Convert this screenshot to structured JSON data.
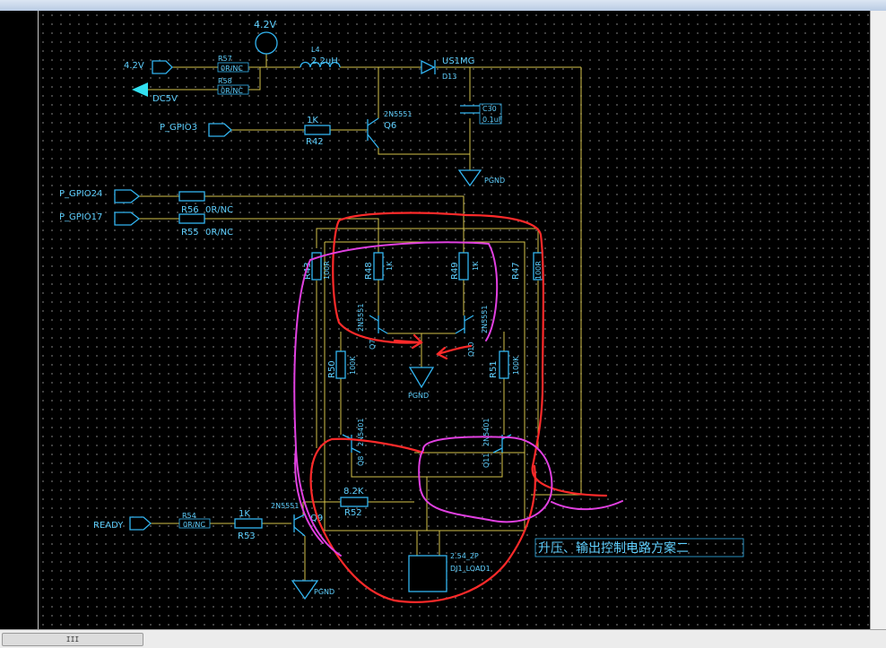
{
  "power": {
    "v42_symbol": "4.2V",
    "v42_port": "4.2V",
    "dc5v_port": "DC5V",
    "pgnd": "PGND"
  },
  "ports": {
    "gpio03": "P_GPIO3",
    "gpio24": "P_GPIO24",
    "gpio17": "P_GPIO17",
    "ready": "READY"
  },
  "parts": {
    "r57": {
      "ref": "R57",
      "val": "0R/NC"
    },
    "r58": {
      "ref": "R58",
      "val": "0R/NC"
    },
    "l4": {
      "ref": "L4",
      "val": "2.2uH"
    },
    "d13": {
      "ref": "D13",
      "val": "US1MG"
    },
    "c30": {
      "ref": "C30",
      "val": "0.1uF"
    },
    "r42": {
      "ref": "R42",
      "val": "1K"
    },
    "q6": {
      "ref": "Q6",
      "val": "2N5551"
    },
    "r56": {
      "ref": "R56",
      "val": "0R/NC"
    },
    "r55": {
      "ref": "R55",
      "val": "0R/NC"
    },
    "r43": {
      "ref": "R43",
      "val": "100R"
    },
    "r48": {
      "ref": "R48",
      "val": "1K"
    },
    "r49": {
      "ref": "R49",
      "val": "1K"
    },
    "r47": {
      "ref": "R47",
      "val": "100R"
    },
    "q7": {
      "ref": "Q7",
      "val": "2N5551"
    },
    "q10": {
      "ref": "Q10",
      "val": "2N5551"
    },
    "r50": {
      "ref": "R50",
      "val": "100K"
    },
    "r51": {
      "ref": "R51",
      "val": "100K"
    },
    "q8": {
      "ref": "Q8",
      "val": "2N5401"
    },
    "q11": {
      "ref": "Q11",
      "val": "2N5401"
    },
    "r52": {
      "ref": "R52",
      "val": "8.2K"
    },
    "r54": {
      "ref": "R54",
      "val": "0R/NC"
    },
    "r53": {
      "ref": "R53",
      "val": "1K"
    },
    "q9": {
      "ref": "Q9",
      "val": "2N5551"
    },
    "dj1": {
      "ref": "DJ1_LOAD1",
      "val": "2.54_2P"
    }
  },
  "annotation": "升压、输出控制电路方案二",
  "scroll": {
    "thumb_grip": "III"
  },
  "colors": {
    "wire": "#d4c24a",
    "component": "#32b4f0",
    "label": "#5fd0ff",
    "markup_red": "#ff2a2a",
    "markup_magenta": "#e040e0"
  }
}
